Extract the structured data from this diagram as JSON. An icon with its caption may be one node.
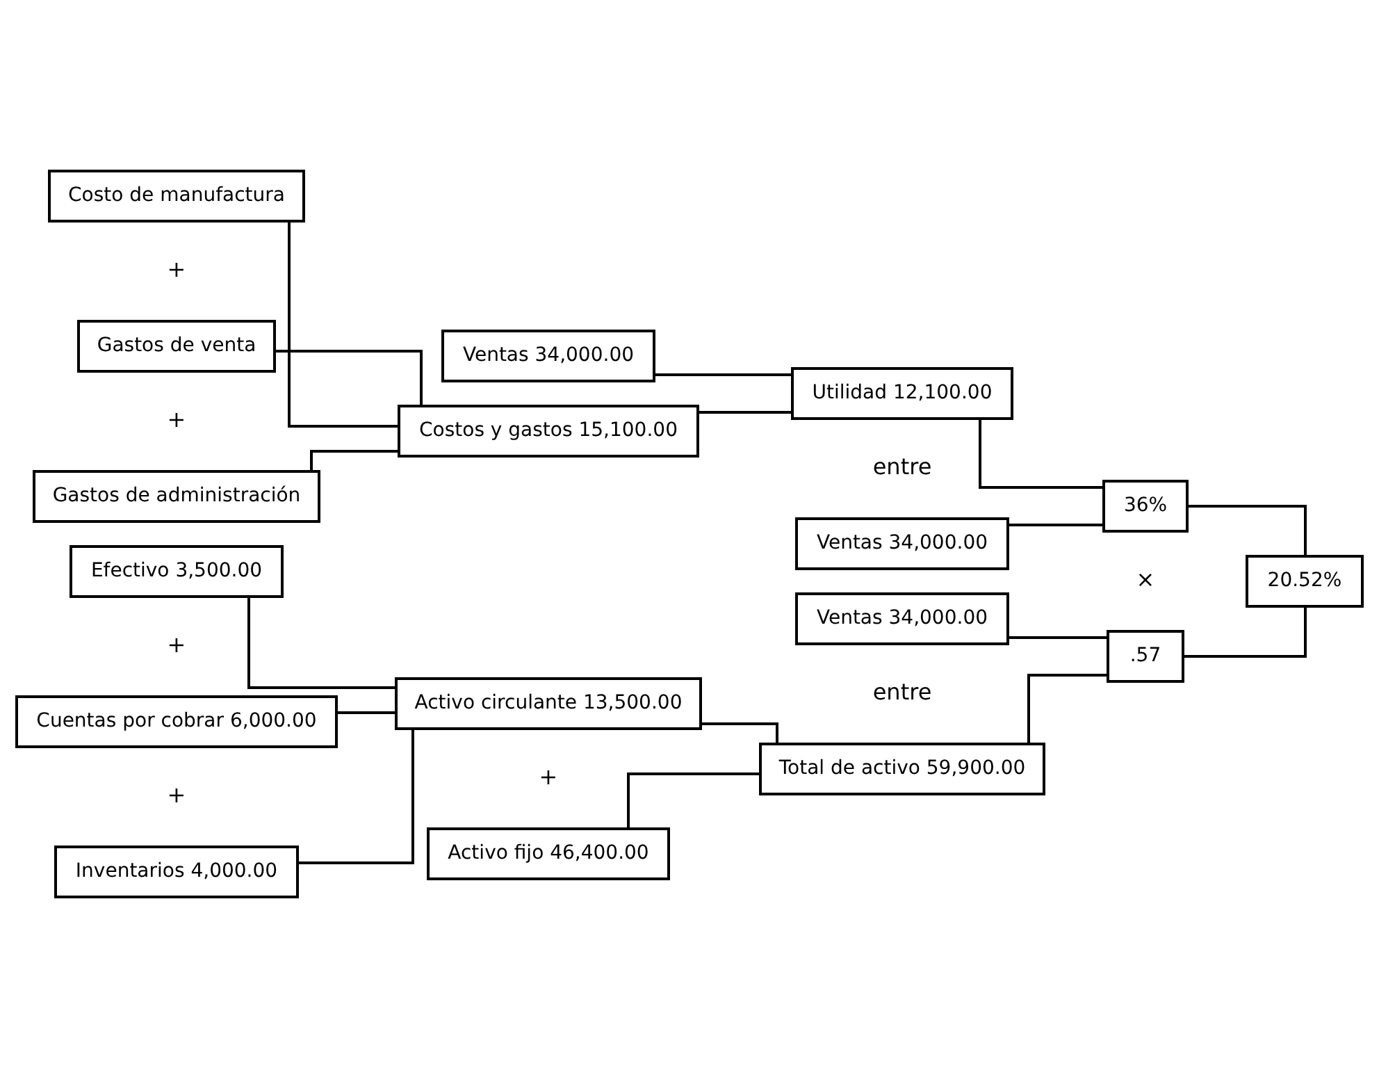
{
  "diagram": {
    "nodes": [
      {
        "text": [
          "Costo de manufactura"
        ]
      },
      {
        "text": [
          "Gastos de venta"
        ]
      },
      {
        "text": [
          "Gastos de administración"
        ]
      },
      {
        "text": [
          "Ventas 34,000.00"
        ]
      },
      {
        "text": [
          "Costos y gastos 15,100.00"
        ]
      },
      {
        "text": [
          "Utilidad 12,100.00"
        ]
      },
      {
        "text": [
          "Ventas 34,000.00"
        ]
      },
      {
        "text": [
          "36%"
        ]
      },
      {
        "text": [
          "Efectivo 3,500.00"
        ]
      },
      {
        "text": [
          "Cuentas por cobrar 6,000.00"
        ]
      },
      {
        "text": [
          "Inventarios 4,000.00"
        ]
      },
      {
        "text": [
          "Activo circulante 13,500.00"
        ]
      },
      {
        "text": [
          "Activo fijo 46,400.00"
        ]
      },
      {
        "text": [
          "Ventas 34,000.00"
        ]
      },
      {
        "text": [
          "Total de activo 59,900.00"
        ]
      },
      {
        "text": [
          ".57"
        ]
      },
      {
        "text": [
          "20.52%"
        ]
      }
    ],
    "edges": [
      {
        "from": 0,
        "to": 4,
        "arrow": "none"
      },
      {
        "from": 1,
        "to": 4,
        "arrow": "none"
      },
      {
        "from": 2,
        "to": 4,
        "arrow": "none"
      },
      {
        "from": 3,
        "to": 5,
        "arrow": "none"
      },
      {
        "from": 4,
        "to": 5,
        "arrow": "none"
      },
      {
        "from": 5,
        "to": 7,
        "arrow": "none"
      },
      {
        "from": 6,
        "to": 7,
        "arrow": "none"
      },
      {
        "from": 7,
        "to": 16,
        "arrow": "none"
      },
      {
        "from": 8,
        "to": 11,
        "arrow": "none"
      },
      {
        "from": 9,
        "to": 11,
        "arrow": "none"
      },
      {
        "from": 10,
        "to": 11,
        "arrow": "none"
      },
      {
        "from": 11,
        "to": 14,
        "arrow": "none"
      },
      {
        "from": 12,
        "to": 14,
        "arrow": "none"
      },
      {
        "from": 13,
        "to": 15,
        "arrow": "none"
      },
      {
        "from": 14,
        "to": 15,
        "arrow": "none"
      },
      {
        "from": 15,
        "to": 16,
        "arrow": "none"
      }
    ],
    "labels": [
      "+",
      "+",
      "entre",
      "×",
      "+",
      "entre",
      "+",
      "+"
    ]
  }
}
